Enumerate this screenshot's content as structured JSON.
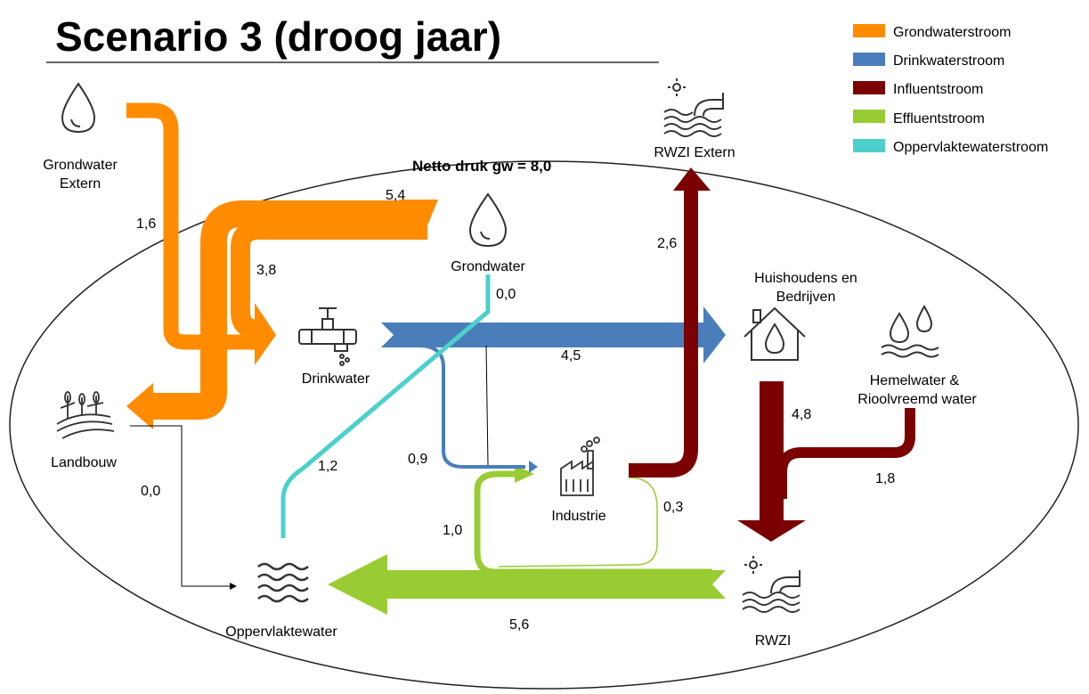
{
  "title": "Scenario 3 (droog jaar)",
  "legend": [
    {
      "label": "Grondwaterstroom",
      "color": "#FF8C00"
    },
    {
      "label": "Drinkwaterstroom",
      "color": "#4A7EBB"
    },
    {
      "label": "Influentstroom",
      "color": "#7B0000"
    },
    {
      "label": "Effluentstroom",
      "color": "#99CC33"
    },
    {
      "label": "Oppervlaktewaterstroom",
      "color": "#4DD0CC"
    }
  ],
  "netto_druk": "Netto druk gw = 8,0",
  "nodes": {
    "grondwater_extern": [
      "Grondwater",
      "Extern"
    ],
    "rwzi_extern": "RWZI Extern",
    "grondwater": "Grondwater",
    "huishoudens": [
      "Huishoudens en",
      "Bedrijven"
    ],
    "drinkwater": "Drinkwater",
    "landbouw": "Landbouw",
    "hemelwater": [
      "Hemelwater &",
      "Rioolvreemd water"
    ],
    "industrie": "Industrie",
    "oppervlaktewater": "Oppervlaktewater",
    "rwzi": "RWZI"
  },
  "flows": {
    "gw_extern": "1,6",
    "gw_top": "5,4",
    "gw_drink": "3,8",
    "rwzi_extern": "2,6",
    "gw_opp": "0,0",
    "drink_huis": "4,5",
    "huis_rwzi": "4,8",
    "hemel_rwzi": "1,8",
    "drink_ind": "0,9",
    "opp_gw": "1,2",
    "landbouw_opp": "0,0",
    "eff_ind": "1,0",
    "ind_rwzi": "0,3",
    "rwzi_opp": "5,6"
  }
}
